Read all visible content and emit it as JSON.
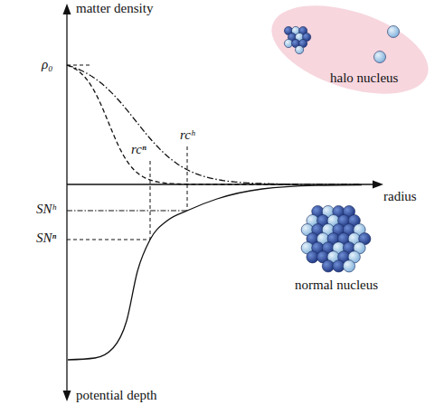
{
  "diagram": {
    "nodes": [
      {
        "text": [
          "halo nucleus"
        ]
      }
    ],
    "labels": [
      "matter density",
      "ρ₀",
      "rcʰ",
      "rcⁿ",
      "radius",
      "SNʰ",
      "SNⁿ",
      "normal nucleus",
      "potential depth"
    ]
  }
}
